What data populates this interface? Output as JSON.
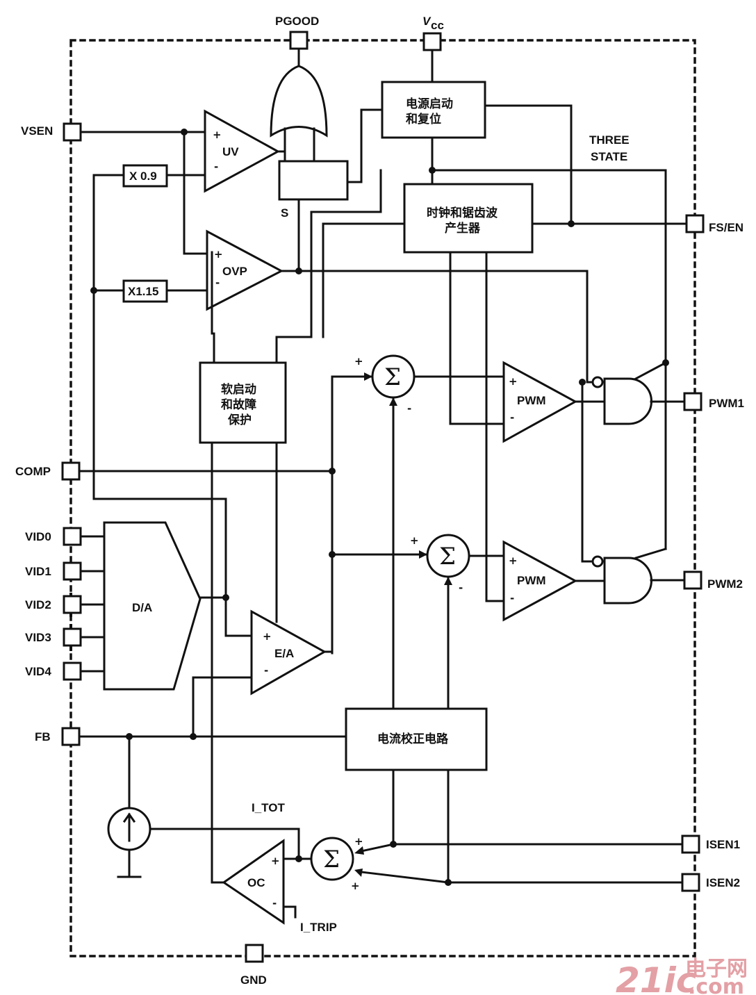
{
  "pins": {
    "pgood": "PGOOD",
    "vcc_main": "V",
    "vcc_sub": "cc",
    "vsen": "VSEN",
    "fs_en": "FS/EN",
    "pwm1": "PWM1",
    "pwm2": "PWM2",
    "comp": "COMP",
    "vid0": "VID0",
    "vid1": "VID1",
    "vid2": "VID2",
    "vid3": "VID3",
    "vid4": "VID4",
    "fb": "FB",
    "isen1": "ISEN1",
    "isen2": "ISEN2",
    "gnd": "GND"
  },
  "blocks": {
    "power_reset_line1": "电源启动",
    "power_reset_line2": "和复位",
    "clock_line1": "时钟和锯齿波",
    "clock_line2": "产生器",
    "softstart_line1": "软启动",
    "softstart_line2": "和故障",
    "softstart_line3": "保护",
    "current_correct": "电流校正电路",
    "da": "D/A",
    "x09": "X 0.9",
    "x115": "X1.15"
  },
  "amps": {
    "uv": "UV",
    "ovp": "OVP",
    "pwm_top": "PWM",
    "pwm_bottom": "PWM",
    "ea": "E/A",
    "oc": "OC"
  },
  "labels": {
    "three": "THREE",
    "state": "STATE",
    "s": "S",
    "i_tot": "I_TOT",
    "i_trip": "I_TRIP",
    "sigma": "Σ",
    "plus": "+",
    "minus": "-"
  },
  "watermark": {
    "brand": "21ic",
    "cn": "电子网",
    "dotcom": ".com"
  },
  "colors": {
    "ink": "#111111",
    "watermark": "#e3a0a5"
  }
}
